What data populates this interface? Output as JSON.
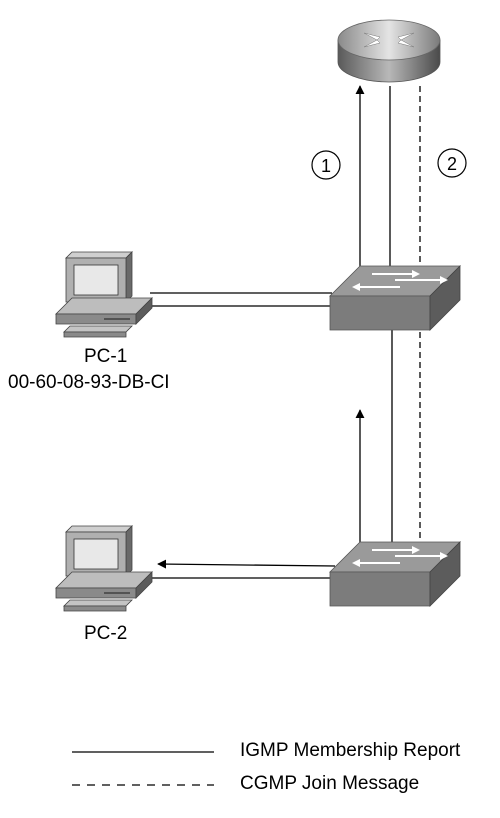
{
  "nodes": {
    "router": {
      "icon": "router-icon"
    },
    "switch_top": {
      "icon": "switch-icon"
    },
    "switch_bottom": {
      "icon": "switch-icon"
    },
    "pc1": {
      "icon": "computer-icon",
      "name": "PC-1",
      "mac": "00-60-08-93-DB-CI"
    },
    "pc2": {
      "icon": "computer-icon",
      "name": "PC-2"
    }
  },
  "steps": {
    "one": "1",
    "two": "2"
  },
  "legend": {
    "solid_label": "IGMP Membership Report",
    "dashed_label": "CGMP Join Message"
  }
}
